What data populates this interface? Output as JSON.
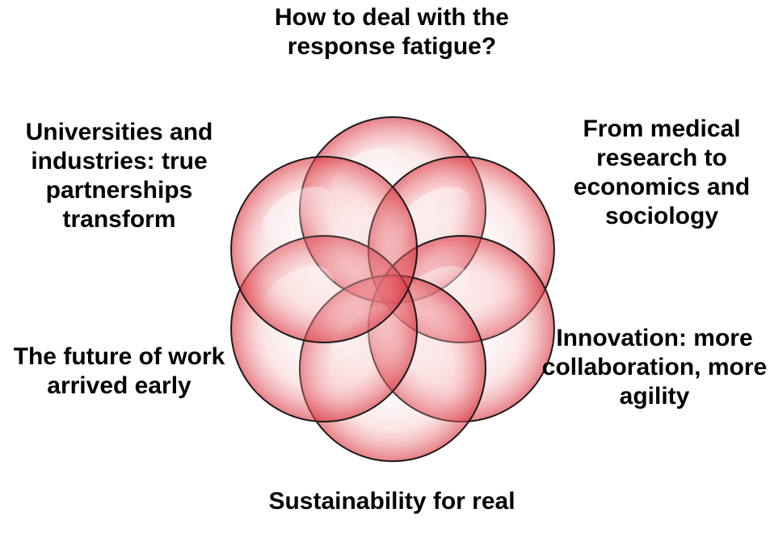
{
  "diagram": {
    "petal_color": "#e8404a",
    "outline_color": "#1a1a1a",
    "labels": {
      "top": "How to deal with the response fatigue?",
      "top_left": "Universities and industries: true partnerships transform",
      "top_right": "From medical research to economics and sociology",
      "bottom_left": "The future of work arrived early",
      "bottom_right": "Innovation: more collaboration, more agility",
      "bottom": "Sustainability for real"
    }
  }
}
